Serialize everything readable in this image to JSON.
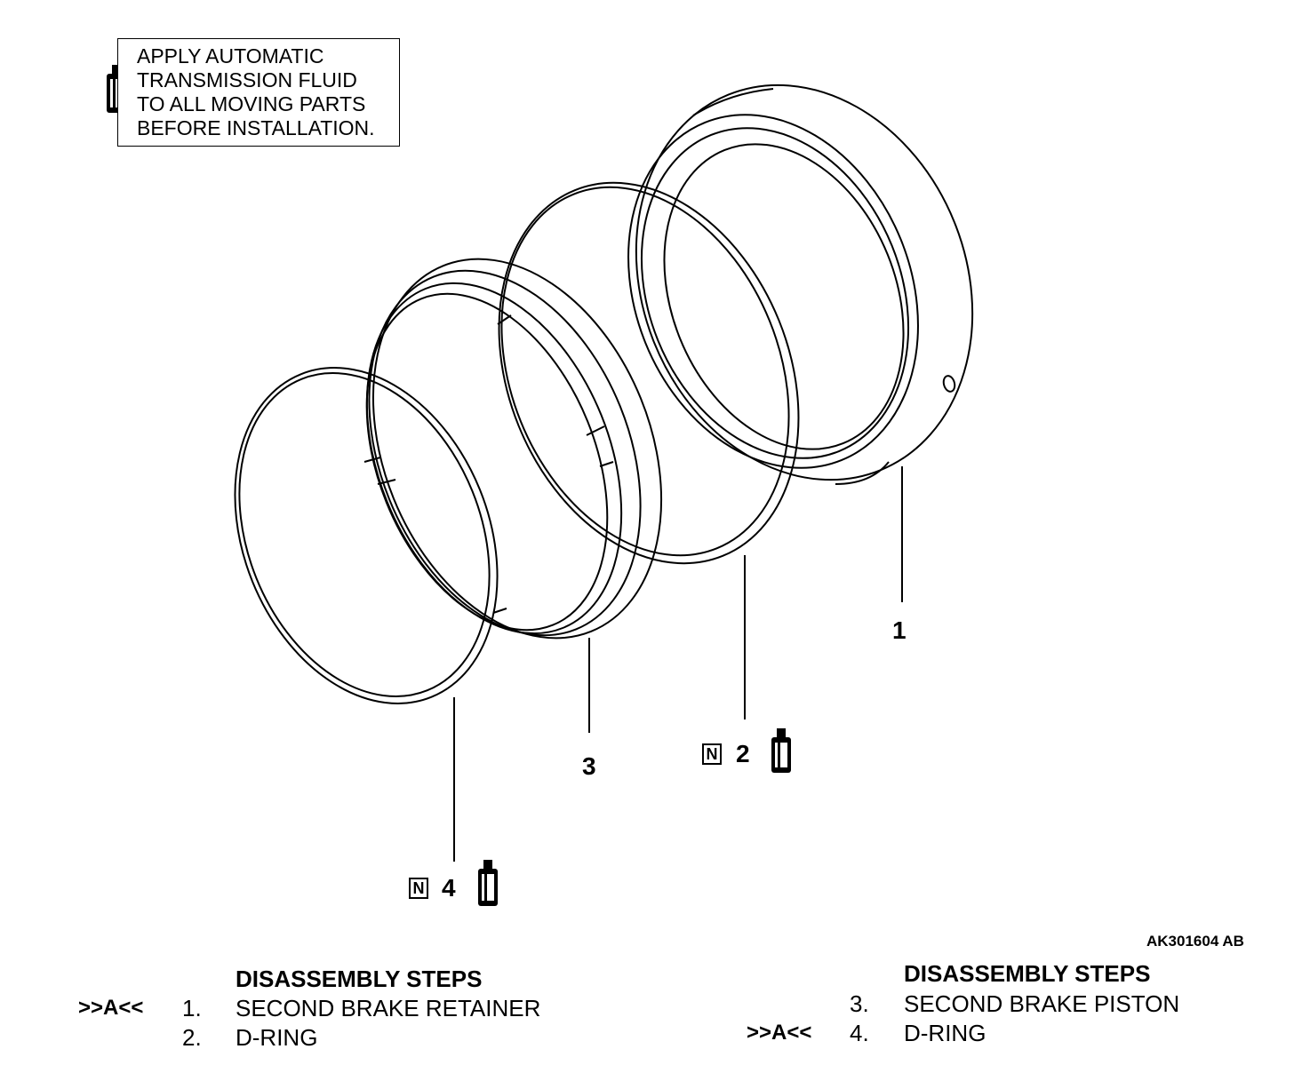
{
  "note": {
    "lines": [
      "APPLY AUTOMATIC",
      "TRANSMISSION FLUID",
      "TO ALL MOVING PARTS",
      "BEFORE INSTALLATION."
    ],
    "icon": "fluid-bottle-icon"
  },
  "callouts": {
    "c1": "1",
    "c2": "2",
    "c3": "3",
    "c4": "4",
    "new_part_badge": "N"
  },
  "figure_id": "AK301604 AB",
  "steps_left": {
    "title": "DISASSEMBLY STEPS",
    "items": [
      {
        "marker": ">>A<<",
        "num": "1.",
        "label": "SECOND BRAKE RETAINER"
      },
      {
        "marker": "",
        "num": "2.",
        "label": "D-RING"
      }
    ]
  },
  "steps_right": {
    "title": "DISASSEMBLY STEPS",
    "items": [
      {
        "marker": "",
        "num": "3.",
        "label": "SECOND BRAKE PISTON"
      },
      {
        "marker": ">>A<<",
        "num": "4.",
        "label": "D-RING"
      }
    ]
  },
  "colors": {
    "ink": "#000000",
    "paper": "#ffffff"
  }
}
